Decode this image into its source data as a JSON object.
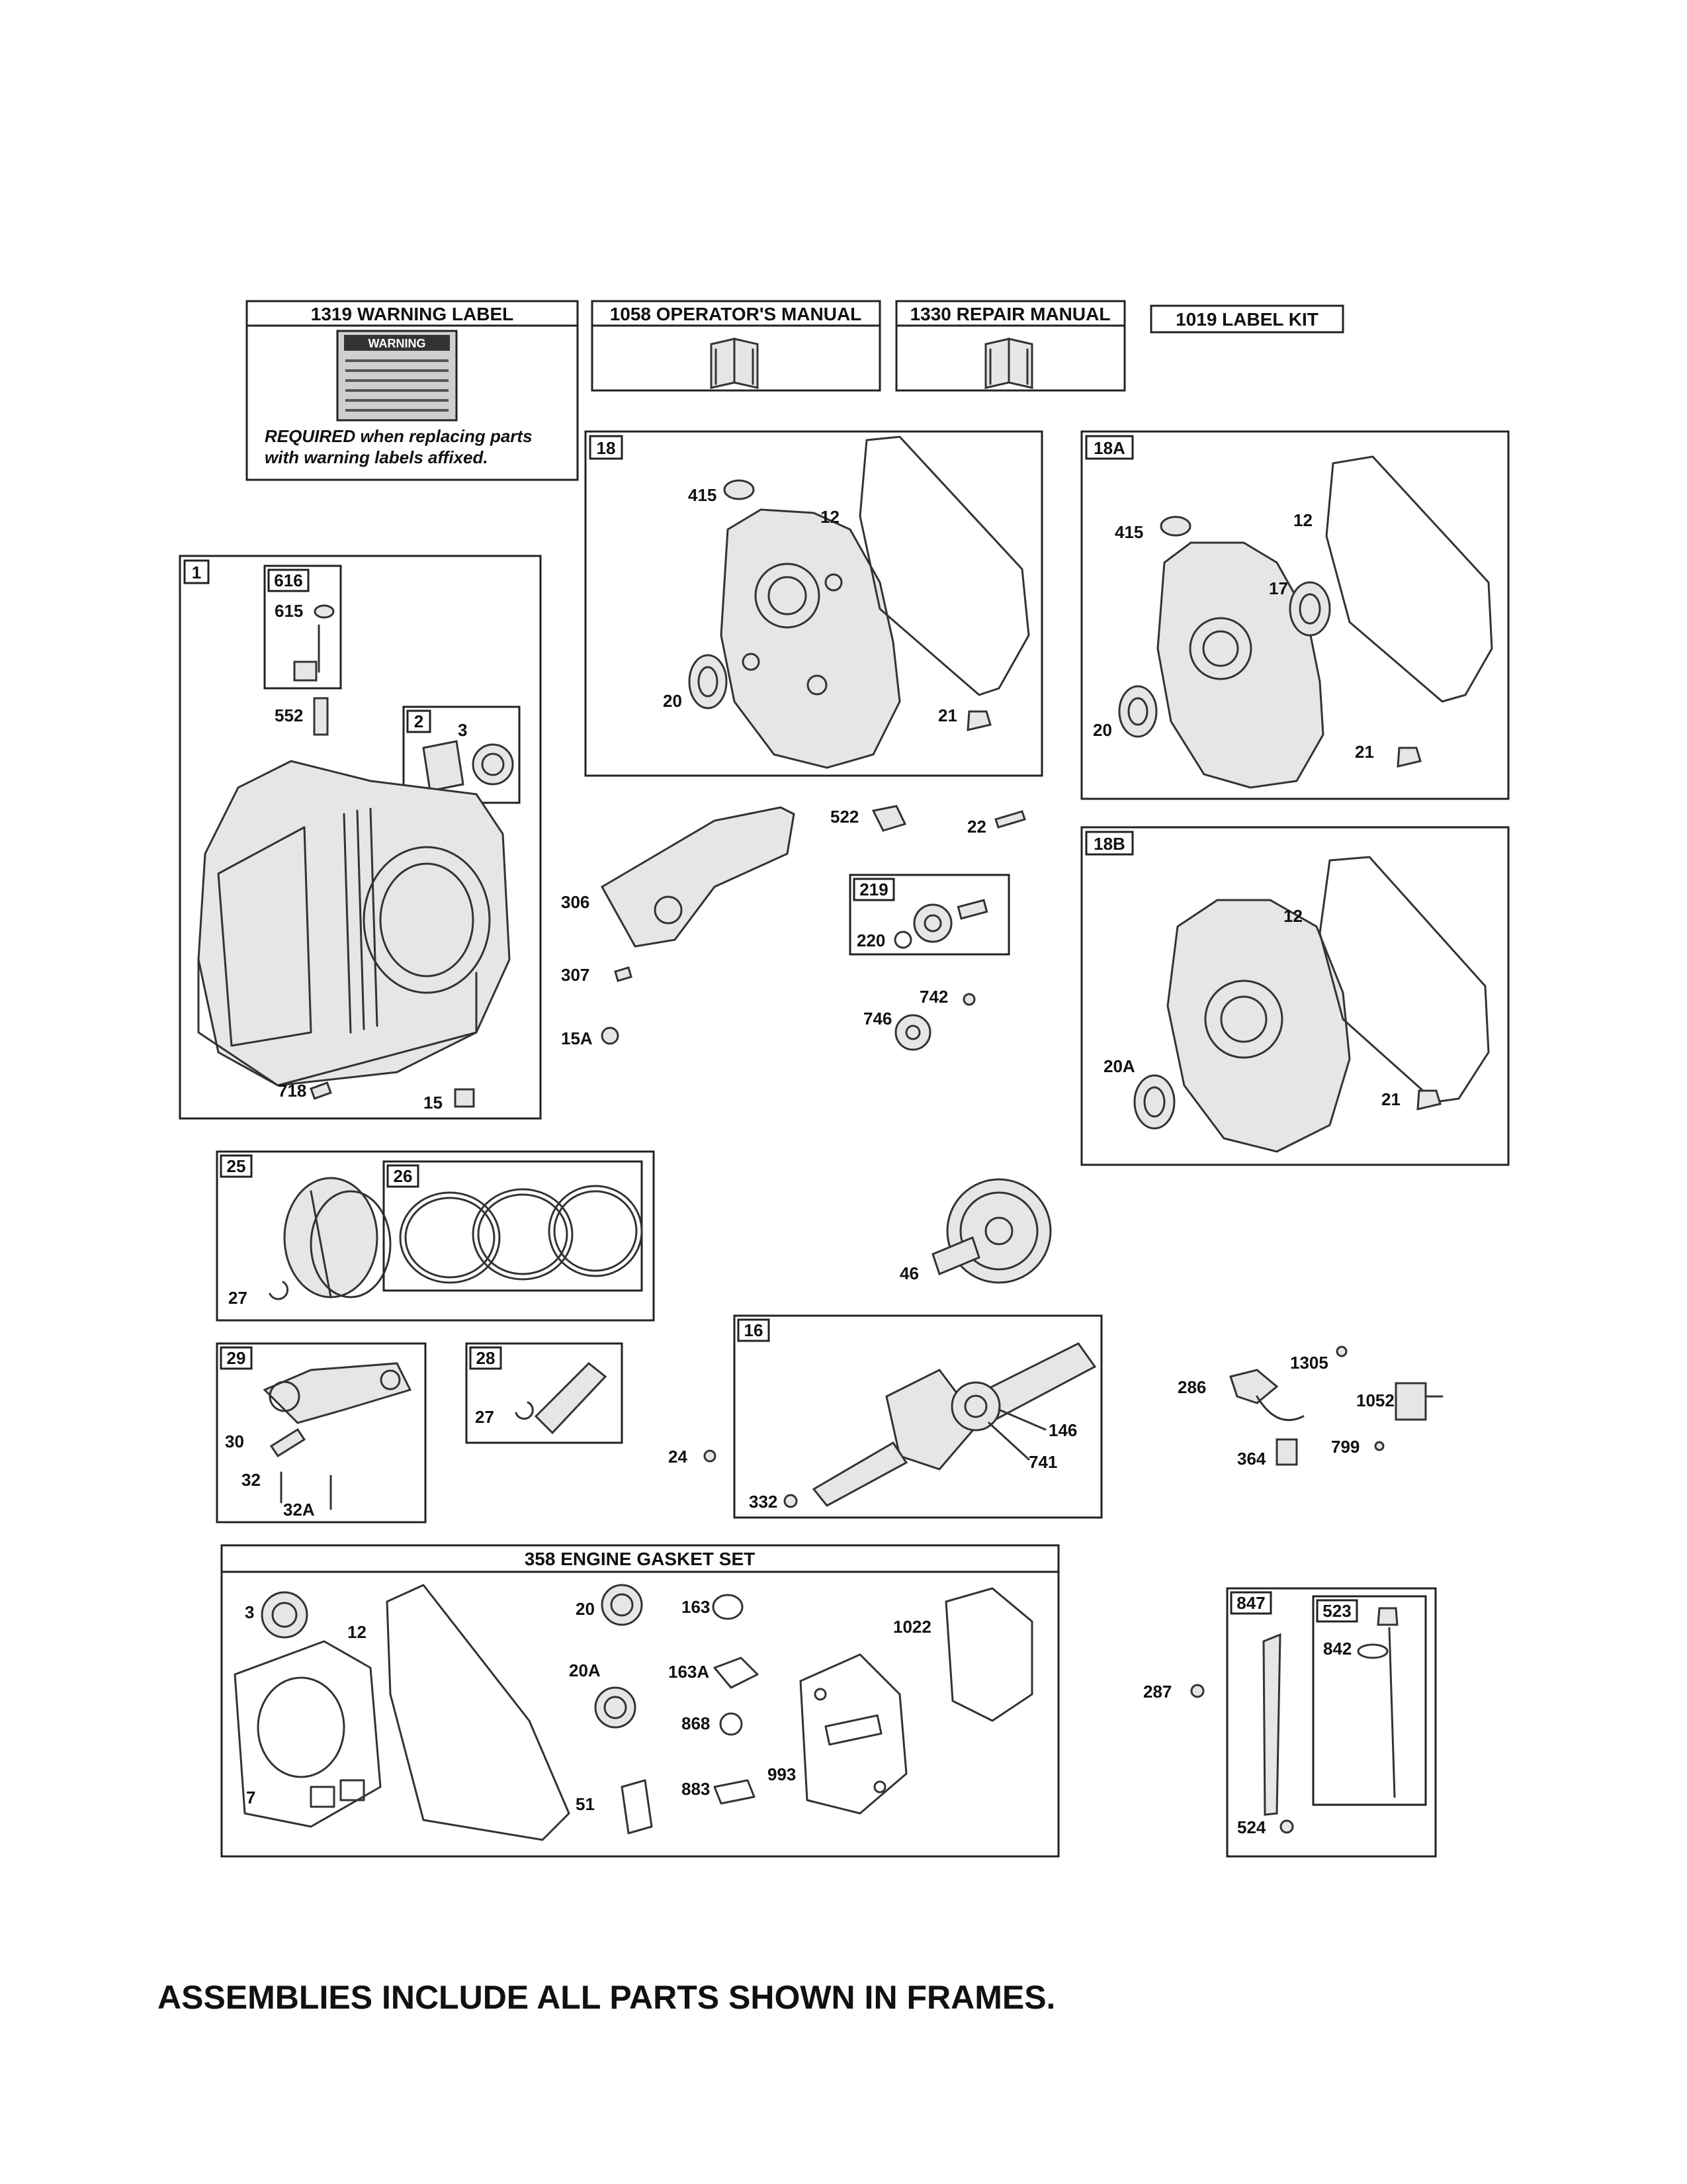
{
  "headers": {
    "warning_label": "1319 WARNING LABEL",
    "warning_mini_title": "WARNING",
    "warning_note_1": "REQUIRED when replacing parts",
    "warning_note_2": "with warning labels affixed.",
    "operators_manual": "1058 OPERATOR'S MANUAL",
    "repair_manual": "1330 REPAIR MANUAL",
    "label_kit": "1019 LABEL KIT",
    "gasket_set": "358 ENGINE GASKET SET"
  },
  "frame_tags": {
    "f1": "1",
    "f616": "616",
    "f2": "2",
    "f18": "18",
    "f18A": "18A",
    "f18B": "18B",
    "f219": "219",
    "f25": "25",
    "f26": "26",
    "f29": "29",
    "f28": "28",
    "f16": "16",
    "f847": "847",
    "f523": "523"
  },
  "callouts": {
    "c616_615": "615",
    "c1_552": "552",
    "c2_3": "3",
    "c1_718": "718",
    "c1_15": "15",
    "c18_415": "415",
    "c18_12": "12",
    "c18_20": "20",
    "c18_21": "21",
    "c18A_415": "415",
    "c18A_12": "12",
    "c18A_17": "17",
    "c18A_20": "20",
    "c18A_21": "21",
    "c18B_12": "12",
    "c18B_20A": "20A",
    "c18B_21": "21",
    "c_522": "522",
    "c_22": "22",
    "c_306": "306",
    "c_307": "307",
    "c_15A": "15A",
    "c219_220": "220",
    "c_742": "742",
    "c_746": "746",
    "c25_27": "27",
    "c_46": "46",
    "c29_30": "30",
    "c29_32": "32",
    "c29_32A": "32A",
    "c28_27": "27",
    "c_24": "24",
    "c16_146": "146",
    "c16_741": "741",
    "c16_332": "332",
    "c_1305": "1305",
    "c_286": "286",
    "c_1052": "1052",
    "c_364": "364",
    "c_799": "799",
    "g_3": "3",
    "g_12": "12",
    "g_7": "7",
    "g_20": "20",
    "g_20A": "20A",
    "g_51": "51",
    "g_163": "163",
    "g_163A": "163A",
    "g_868": "868",
    "g_883": "883",
    "g_993": "993",
    "g_1022": "1022",
    "c_287": "287",
    "c847_842": "842",
    "c847_524": "524"
  },
  "footer": "ASSEMBLIES INCLUDE ALL PARTS SHOWN IN FRAMES."
}
